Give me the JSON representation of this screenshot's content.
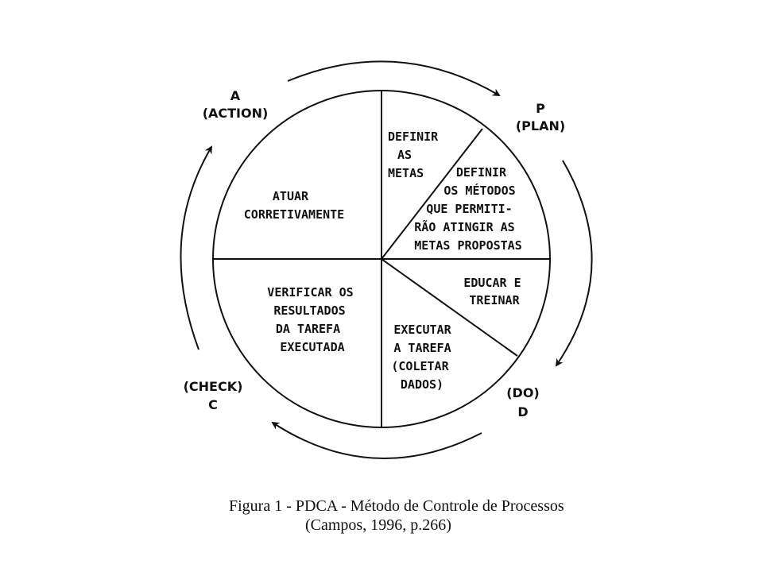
{
  "phases": {
    "plan": {
      "letter": "P",
      "name": "(PLAN)"
    },
    "do": {
      "letter": "D",
      "name": "(DO)"
    },
    "check": {
      "letter": "C",
      "name": "(CHECK)"
    },
    "action": {
      "letter": "A",
      "name": "(ACTION)"
    }
  },
  "segments": {
    "plan_goals": [
      "DEFINIR",
      "AS",
      "METAS"
    ],
    "plan_methods": [
      "DEFINIR",
      "OS MÉTODOS",
      "QUE PERMITI-",
      "RÃO ATINGIR AS",
      "METAS PROPOSTAS"
    ],
    "do_train": [
      "EDUCAR E",
      "TREINAR"
    ],
    "do_execute": [
      "EXECUTAR",
      "A TAREFA",
      "(COLETAR",
      "DADOS)"
    ],
    "check": [
      "VERIFICAR OS",
      "RESULTADOS",
      "DA TAREFA",
      "EXECUTADA"
    ],
    "action": [
      "ATUAR",
      "CORRETIVAMENTE"
    ]
  },
  "caption": {
    "line1": "Figura 1 - PDCA - Método de Controle de Processos",
    "line2": "(Campos, 1996, p.266)"
  },
  "colors": {
    "ink": "#111111",
    "background": "#ffffff"
  }
}
